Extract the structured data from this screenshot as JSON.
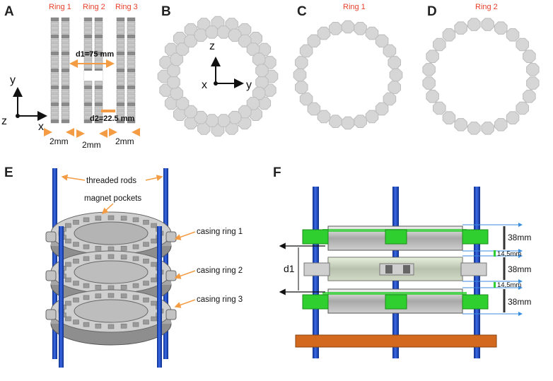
{
  "panels": [
    "A",
    "B",
    "C",
    "D",
    "E",
    "F"
  ],
  "panel_a": {
    "ring_titles": [
      "Ring 1",
      "Ring 2",
      "Ring 3"
    ],
    "d1_label": "d1=75 mm",
    "d2_label": "d2=22.5 mm",
    "width_labels": [
      "2mm",
      "2mm",
      "2mm"
    ],
    "axes": {
      "y": "y",
      "x": "x",
      "z": "z"
    }
  },
  "panel_b": {
    "axes": {
      "z": "z",
      "x": "x",
      "y": "y"
    }
  },
  "panel_c": {
    "title": "Ring 1"
  },
  "panel_d": {
    "title": "Ring 2"
  },
  "panel_e": {
    "labels": {
      "rods": "threaded rods",
      "pockets": "magnet pockets",
      "casing1": "casing ring 1",
      "casing2": "casing ring 2",
      "casing3": "casing ring 3"
    }
  },
  "panel_f": {
    "d1": "d1",
    "dims": [
      "38mm",
      "14,5mm",
      "38mm",
      "14,5mm",
      "38mm"
    ]
  },
  "colors": {
    "accent_red": "#e8402a",
    "arrow_orange": "#f39c43",
    "rod_blue": "#1f4fc8",
    "casing_green": "#2fcf2f",
    "base_orange": "#d2691e",
    "magnet_gray": "#d6d6d6"
  }
}
